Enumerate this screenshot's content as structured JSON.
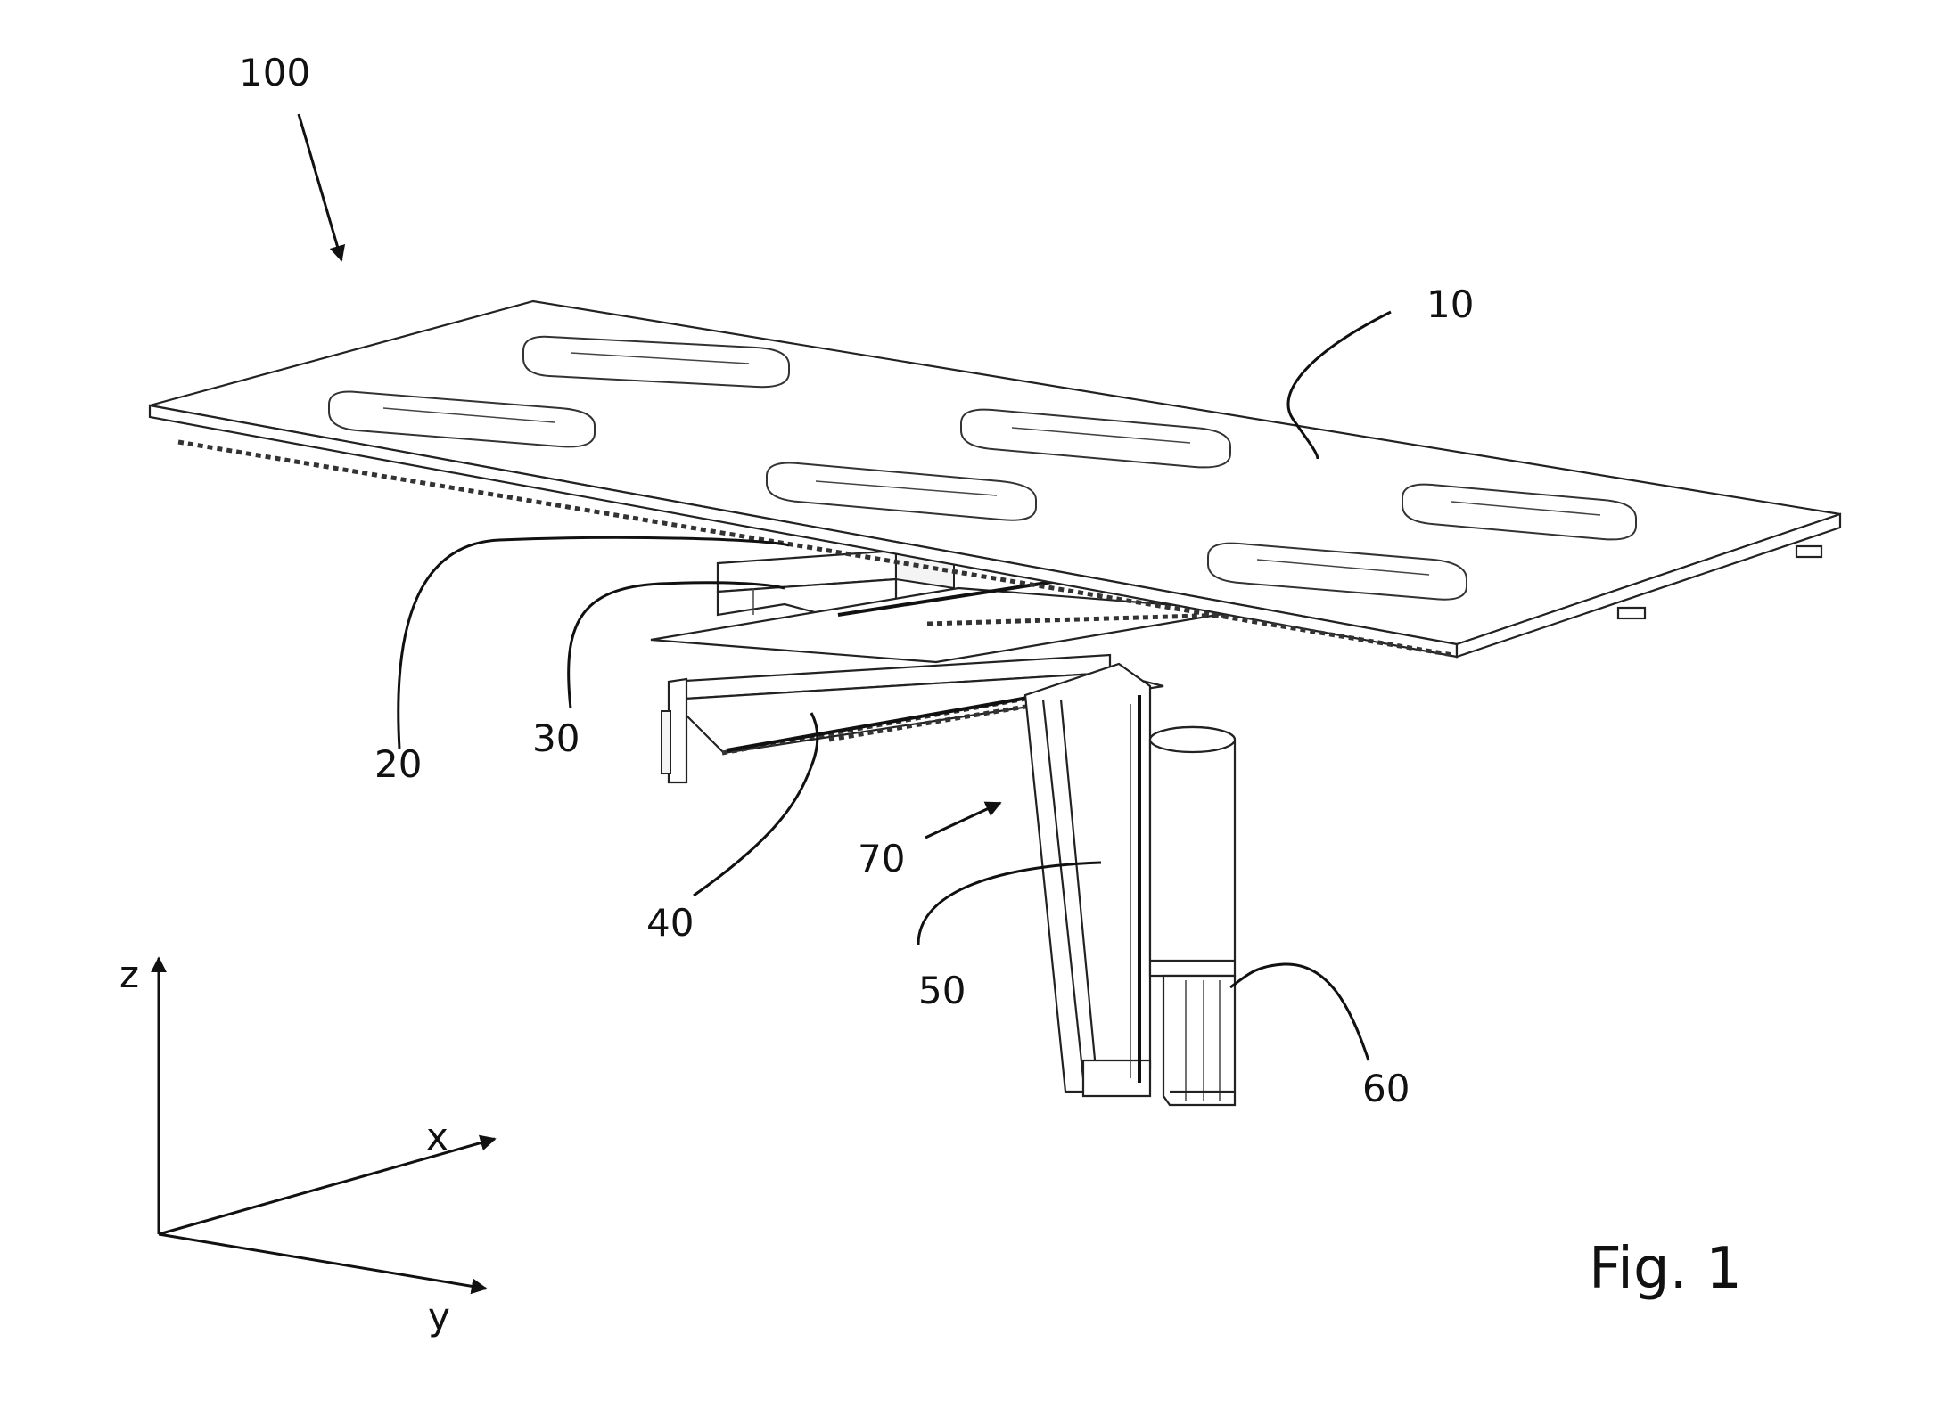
{
  "figure": {
    "caption": "Fig. 1",
    "reference_numerals": {
      "assembly": "100",
      "table_top": "10",
      "part_20": "20",
      "part_30": "30",
      "part_40": "40",
      "part_50": "50",
      "part_60": "60",
      "part_70": "70"
    },
    "axes": {
      "z": "z",
      "x": "x",
      "y": "y"
    }
  }
}
